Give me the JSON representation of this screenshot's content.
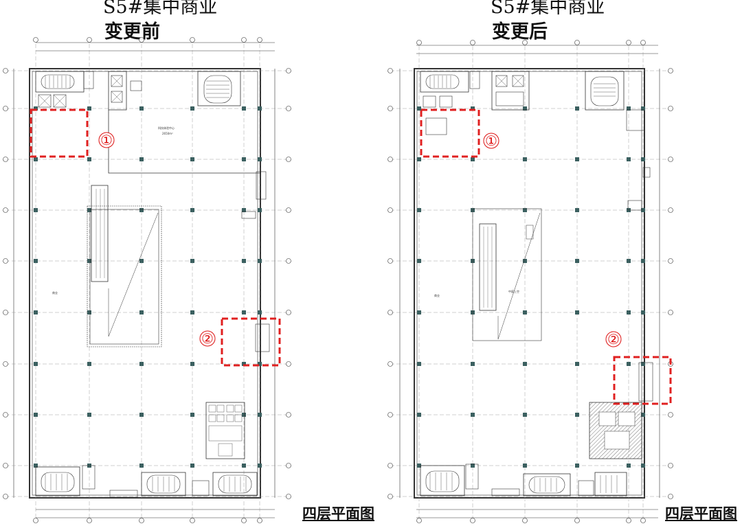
{
  "left_plan": {
    "title_line1": "S5#集中商业",
    "title_line2": "变更前",
    "markers": [
      "①",
      "②"
    ]
  },
  "right_plan": {
    "title_line1": "S5#集中商业",
    "title_line2": "变更后",
    "markers": [
      "①",
      "②"
    ]
  },
  "floor_label": "四层平面图",
  "colors": {
    "highlight": "#e02020",
    "line": "#333333",
    "column": "#3b6060"
  }
}
